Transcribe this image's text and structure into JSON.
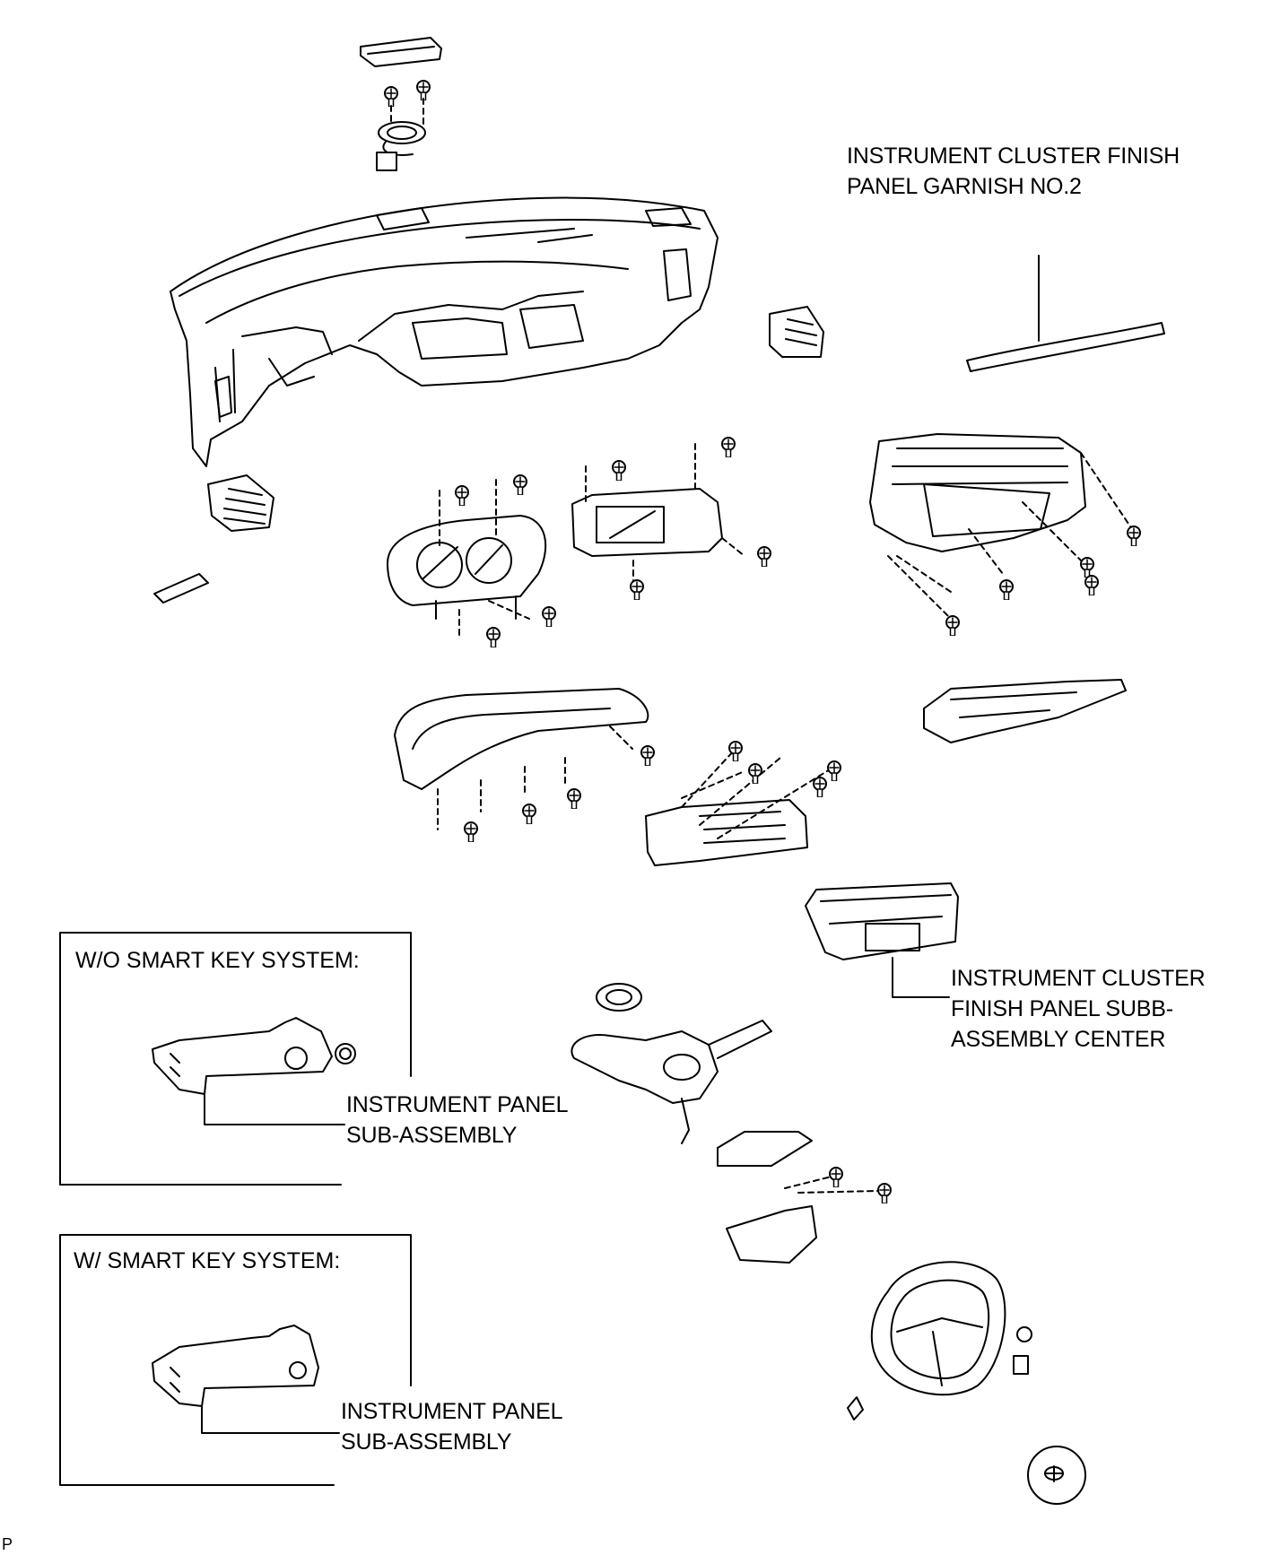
{
  "labels": {
    "garnish_no2": [
      "INSTRUMENT CLUSTER FINISH",
      "PANEL GARNISH NO.2"
    ],
    "finish_panel_center": [
      "INSTRUMENT CLUSTER",
      "FINISH PANEL SUBB-",
      "ASSEMBLY CENTER"
    ],
    "panel_sub_wo": [
      "INSTRUMENT PANEL",
      "SUB-ASSEMBLY"
    ],
    "panel_sub_w": [
      "INSTRUMENT PANEL",
      "SUB-ASSEMBLY"
    ]
  },
  "boxes": {
    "wo_smart_key": "W/O SMART KEY SYSTEM:",
    "w_smart_key": "W/ SMART KEY SYSTEM:"
  },
  "page_code": "P",
  "colors": {
    "line": "#000000",
    "part_fill": "#ffffff",
    "shade": "#9a9a9a"
  }
}
